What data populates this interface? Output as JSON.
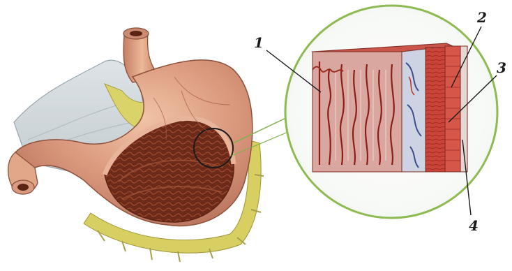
{
  "labels": {
    "label_1": "1",
    "label_2": "2",
    "label_3": "3",
    "label_4": "4"
  }
}
